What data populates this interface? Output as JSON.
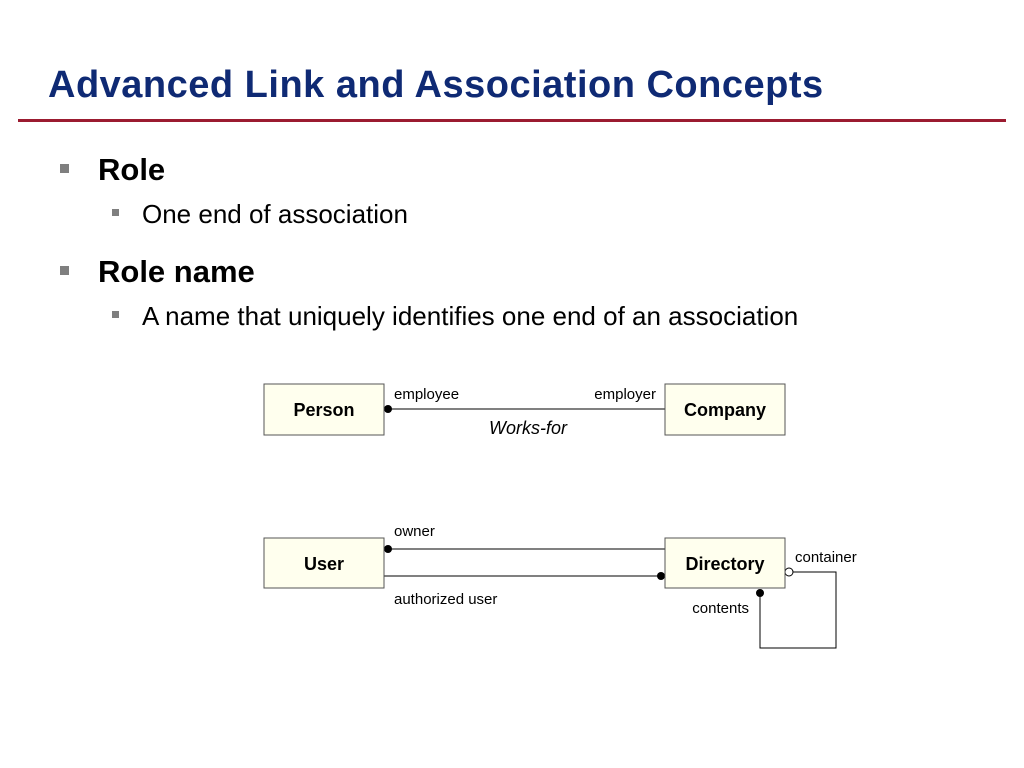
{
  "slide": {
    "title": "Advanced Link and Association Concepts",
    "bullets": [
      {
        "text": "Role",
        "sub": [
          "One end of association"
        ]
      },
      {
        "text": "Role name",
        "sub": [
          "A name that uniquely identifies one end of an association"
        ]
      }
    ]
  },
  "diagram": {
    "classes": {
      "person": "Person",
      "company": "Company",
      "user": "User",
      "directory": "Directory"
    },
    "works_for": {
      "name": "Works-for",
      "role_person_end": "employee",
      "role_company_end": "employer"
    },
    "user_directory": {
      "owner_role": "owner",
      "authorized_role": "authorized user"
    },
    "directory_self": {
      "container_role": "container",
      "contents_role": "contents"
    }
  },
  "colors": {
    "title": "#0f2a74",
    "rule": "#9b1b30",
    "class_fill": "#ffffee"
  }
}
